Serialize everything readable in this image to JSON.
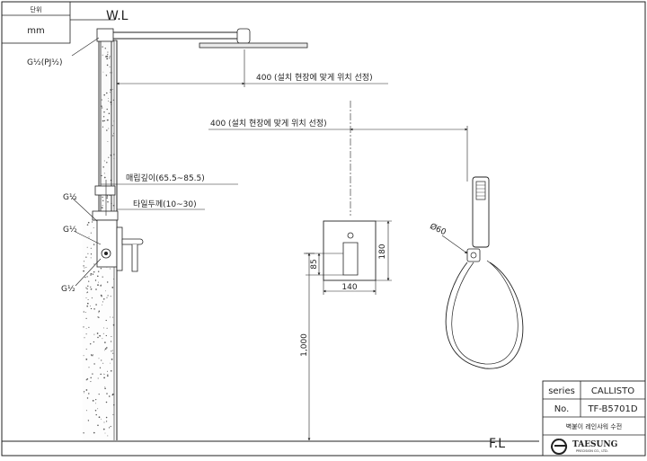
{
  "unit_box": {
    "header": "단위",
    "value": "mm"
  },
  "levels": {
    "wall": "W.L",
    "floor": "F.L"
  },
  "thread_labels": {
    "top": "G½(PJ½)",
    "valve_upper": "G½",
    "valve_mid": "G½",
    "valve_lower": "G½"
  },
  "dimensions": {
    "arm_length": "400 (설치 현장에 맞게 위치 선정)",
    "valve_spacing": "400 (설치 현장에 맞게 위치 선정)",
    "embed_depth": "매립깊이(65.5~85.5)",
    "tile_thickness": "타일두께(10~30)",
    "plate_width": "140",
    "plate_height": "180",
    "handle_height": "85",
    "floor_to_valve": "1,000",
    "holder_diameter": "Ø60"
  },
  "title_block": {
    "series_label": "series",
    "series_value": "CALLISTO",
    "no_label": "No.",
    "no_value": "TF-B5701D",
    "product_name": "벽붙이 레인샤워 수전",
    "company": "TAESUNG",
    "company_sub": "PRECISION CO., LTD."
  }
}
